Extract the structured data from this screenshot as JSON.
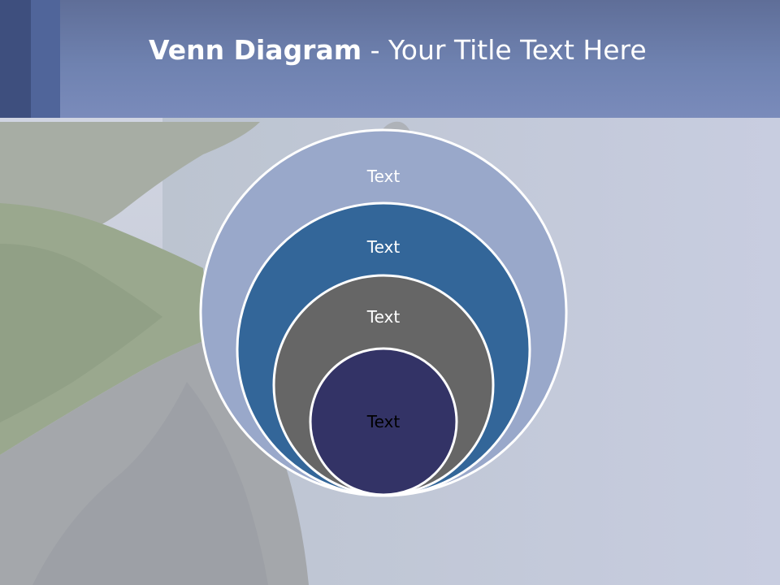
{
  "header": {
    "title_bold": "Venn Diagram",
    "title_rest": " - Your Title Text Here",
    "colors": {
      "bar": "#6f82b0",
      "accent_dark": "#3e4f7e",
      "accent_mid": "#50659a"
    }
  },
  "diagram": {
    "circles": [
      {
        "label": "Text",
        "fill": "#99a8ca",
        "text_color": "#ffffff"
      },
      {
        "label": "Text",
        "fill": "#336699",
        "text_color": "#ffffff"
      },
      {
        "label": "Text",
        "fill": "#666666",
        "text_color": "#ffffff"
      },
      {
        "label": "Text",
        "fill": "#333366",
        "text_color": "#000000"
      }
    ]
  }
}
